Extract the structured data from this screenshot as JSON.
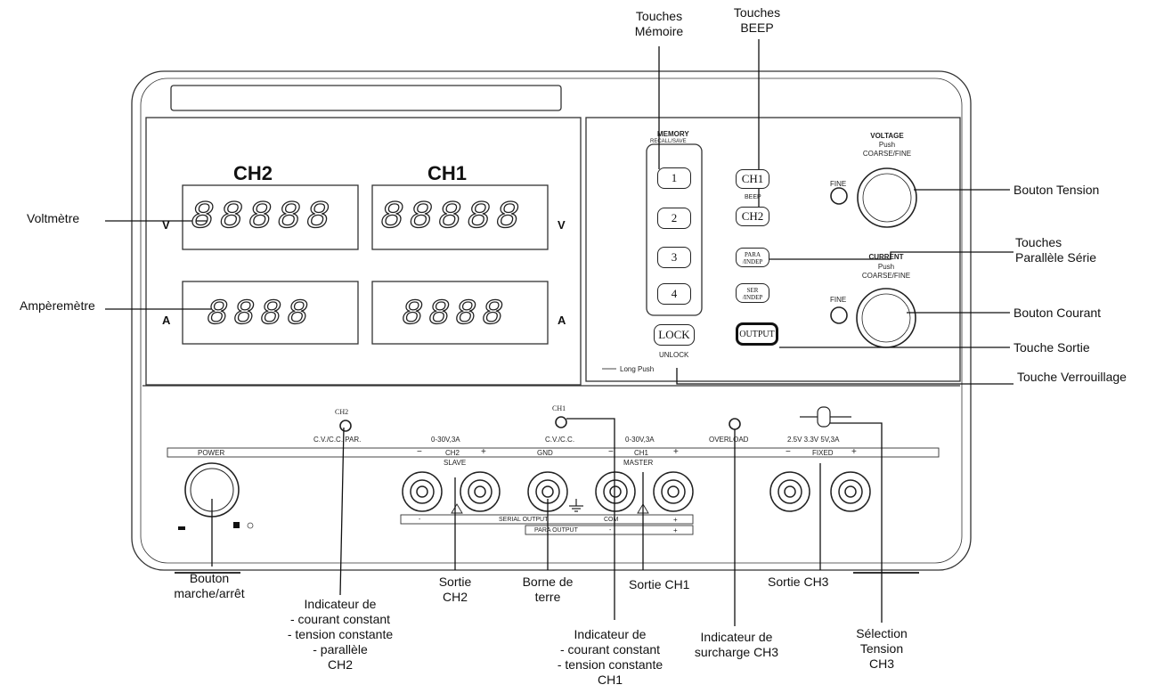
{
  "panel": {
    "ch2_title": "CH2",
    "ch1_title": "CH1",
    "volt_unit_left": "V",
    "volt_unit_right": "V",
    "amp_unit_left": "A",
    "amp_unit_right": "A",
    "ch2_volt_display": "88888",
    "ch1_volt_display": "88888",
    "ch2_amp_display": "8888",
    "ch1_amp_display": "8888",
    "memory_title": "MEMORY",
    "memory_sub": "RECALL/SAVE",
    "mem_keys": [
      "1",
      "2",
      "3",
      "4"
    ],
    "lock_key": "LOCK",
    "unlock_label": "UNLOCK",
    "long_push": "Long Push",
    "ch1_key": "CH1",
    "beep_label": "BEEP",
    "ch2_key": "CH2",
    "para_key": "PARA /INDEP",
    "ser_key": "SER /INDEP",
    "output_key": "OUTPUT",
    "voltage_title": "VOLTAGE",
    "voltage_push": "Push",
    "voltage_mode": "COARSE/FINE",
    "current_title": "CURRENT",
    "current_push": "Push",
    "current_mode": "COARSE/FINE",
    "fine_v": "FINE",
    "fine_c": "FINE",
    "power_label": "POWER",
    "ch2_led": "CH2",
    "ch2_led_label": "C.V./C.C. PAR.",
    "ch1_led": "CH1",
    "ch1_led_label": "C.V./C.C.",
    "ch2_rating": "0-30V,3A",
    "ch2_name": "CH2",
    "slave_label": "SLAVE",
    "gnd_label": "GND",
    "ch1_rating": "0-30V,3A",
    "ch1_name": "CH1",
    "master_label": "MASTER",
    "overload_label": "OVERLOAD",
    "fixed_options": "2.5V  3.3V  5V,3A",
    "fixed_label": "FIXED",
    "minus": "−",
    "plus": "+",
    "serial_output": "SERIAL OUTPUT",
    "com_label": "COM",
    "para_output": "PARA OUTPUT",
    "bar_minus": "-",
    "bar_plus": "+"
  },
  "annotations": {
    "memory_keys": [
      "Touches",
      "Mémoire"
    ],
    "beep_keys": [
      "Touches",
      "BEEP"
    ],
    "voltmeter": "Voltmètre",
    "ammeter": "Ampèremètre",
    "voltage_knob": "Bouton Tension",
    "para_serie_keys": [
      "Touches",
      "Parallèle Série"
    ],
    "current_knob": "Bouton Courant",
    "output_key": "Touche Sortie",
    "lock_key": "Touche Verrouillage",
    "power_button": [
      "Bouton",
      "marche/arrêt"
    ],
    "ch2_indicator": [
      "Indicateur de",
      "- courant constant",
      "- tension constante",
      "- parallèle",
      "CH2"
    ],
    "ch2_output": [
      "Sortie",
      "CH2"
    ],
    "ground": [
      "Borne de",
      "terre"
    ],
    "ch1_output": "Sortie CH1",
    "ch1_indicator": [
      "Indicateur de",
      "- courant constant",
      "- tension constante",
      "CH1"
    ],
    "ch3_output": "Sortie CH3",
    "overload_indicator": [
      "Indicateur de",
      "surcharge CH3"
    ],
    "ch3_select": [
      "Sélection",
      "Tension",
      "CH3"
    ]
  }
}
